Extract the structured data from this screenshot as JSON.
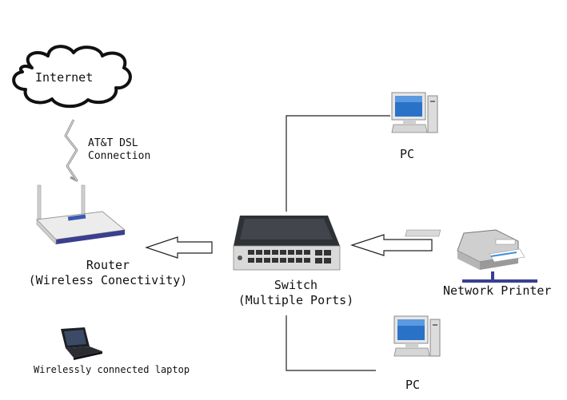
{
  "diagram": {
    "internet": {
      "label": "Internet"
    },
    "dsl_link": {
      "line1": "AT&T DSL",
      "line2": "Connection"
    },
    "router": {
      "line1": "Router",
      "line2": "(Wireless Conectivity)"
    },
    "switch": {
      "line1": "Switch",
      "line2": "(Multiple Ports)"
    },
    "pc_top": {
      "label": "PC"
    },
    "printer": {
      "label": "Network Printer"
    },
    "pc_bottom": {
      "label": "PC"
    },
    "laptop": {
      "label": "Wirelessly connected laptop"
    }
  }
}
